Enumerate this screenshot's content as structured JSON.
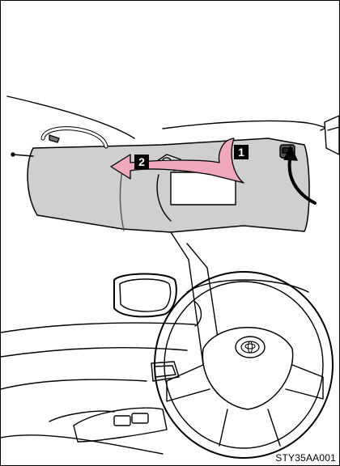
{
  "steps": [
    {
      "number": "1",
      "action": "unhook-from-clip"
    },
    {
      "number": "2",
      "action": "swing-to-side"
    }
  ],
  "figure_code": "STY35AA001",
  "colors": {
    "arrow_fill": "#f0a8bc",
    "visor_fill": "#cfcfcf",
    "line": "#000000",
    "background": "#ffffff"
  },
  "icons": {
    "arrow_1": "curved-arrow-icon",
    "arrow_2": "curved-arrow-icon",
    "toyota_logo": "toyota-logo-icon"
  }
}
